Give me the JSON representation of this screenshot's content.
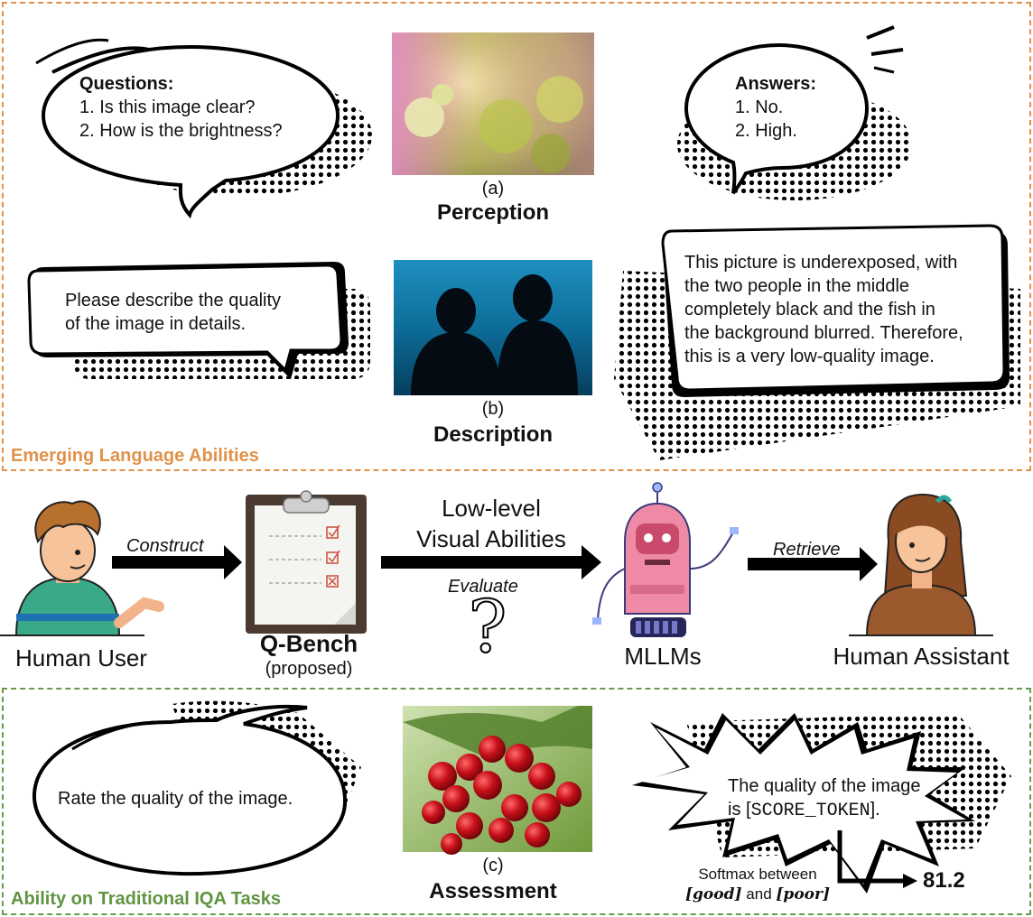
{
  "panels": {
    "top_title": "Emerging Language Abilities",
    "bottom_title": "Ability on Traditional IQA Tasks"
  },
  "perception": {
    "questions_title": "Questions:",
    "q1": "1. Is this image clear?",
    "q2": "2. How is the brightness?",
    "answers_title": "Answers:",
    "a1": "1. No.",
    "a2": "2. High.",
    "caption_letter": "(a)",
    "caption_title": "Perception"
  },
  "description": {
    "prompt_line1": "Please describe the quality",
    "prompt_line2": "of the image in details.",
    "answer_lines": [
      "This picture is underexposed, with",
      "the two people in the middle",
      "completely black and the fish in",
      "the background blurred. Therefore,",
      "this is a very low-quality image."
    ],
    "caption_letter": "(b)",
    "caption_title": "Description"
  },
  "pipeline": {
    "human_user": "Human User",
    "construct": "Construct",
    "qbench": "Q-Bench",
    "proposed": "(proposed)",
    "low_level_line1": "Low-level",
    "low_level_line2": "Visual Abilities",
    "evaluate": "Evaluate",
    "question_mark": "?",
    "mllms": "MLLMs",
    "retrieve": "Retrieve",
    "human_assistant": "Human Assistant"
  },
  "assessment": {
    "prompt": "Rate the quality of the image.",
    "answer_line1": "The quality of the image",
    "answer_line2_pre": "is [",
    "score_token": "SCORE_TOKEN",
    "answer_line2_post": "].",
    "softmax_line1": "Softmax between",
    "good": "[good]",
    "and": "and",
    "poor": "[poor]",
    "score": "81.2",
    "caption_letter": "(c)",
    "caption_title": "Assessment"
  },
  "colors": {
    "top_border": "#e0914a",
    "bottom_border": "#6a9a4a"
  }
}
